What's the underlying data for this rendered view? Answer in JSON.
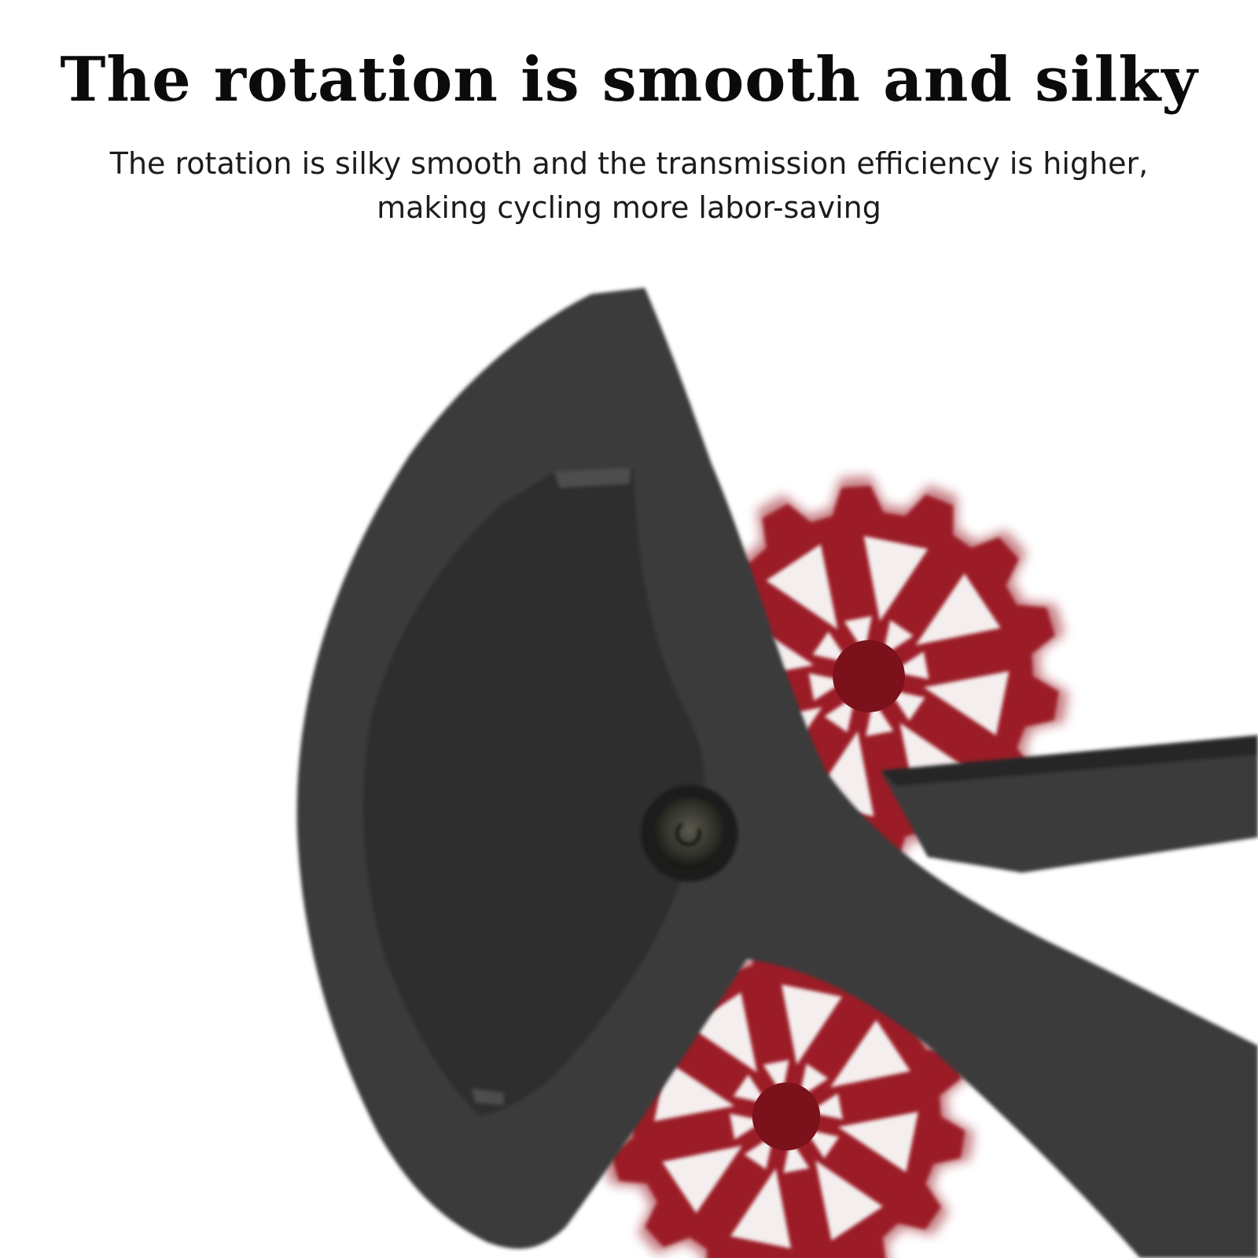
{
  "heading": {
    "title": "The rotation is smooth and silky"
  },
  "description": {
    "line1": "The rotation is silky smooth and the transmission efficiency is higher,",
    "line2": "making cycling more labor-saving"
  },
  "illustration": {
    "icon": "derailleur-cage-with-pulley-wheels",
    "colors": {
      "pulley": "#9b1b26",
      "pulley_shadow": "#7a111b",
      "cage": "#3a3a3a",
      "cage_dark": "#262626",
      "cage_highlight": "#4d4d4d"
    }
  }
}
